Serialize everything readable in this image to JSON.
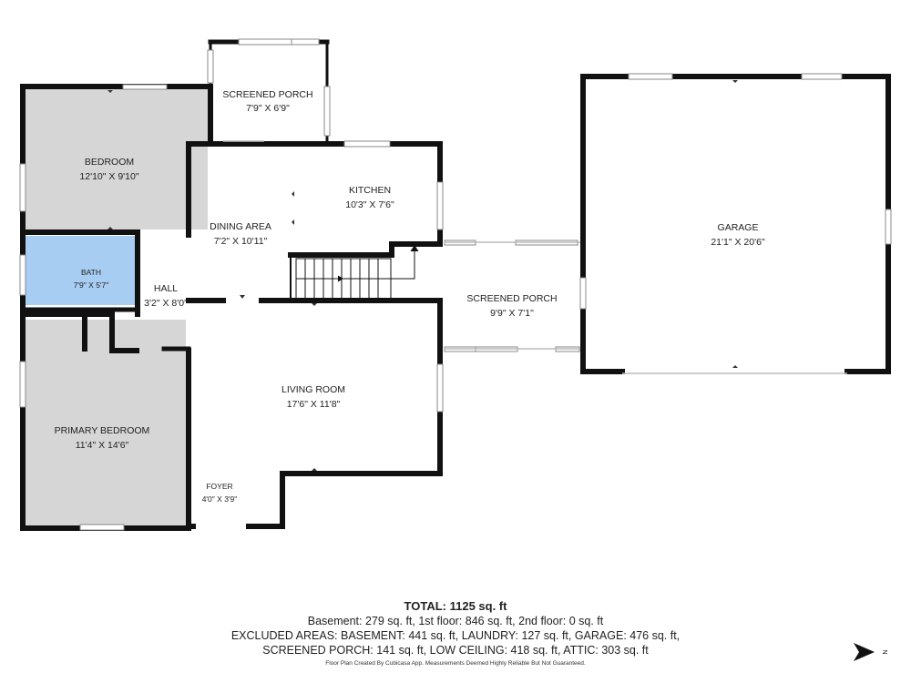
{
  "rooms": {
    "screened_porch_top": {
      "name": "SCREENED PORCH",
      "dims": "7'9\" X 6'9\""
    },
    "bedroom": {
      "name": "BEDROOM",
      "dims": "12'10\" X 9'10\""
    },
    "kitchen": {
      "name": "KITCHEN",
      "dims": "10'3\" X 7'6\""
    },
    "dining_area": {
      "name": "DINING AREA",
      "dims": "7'2\" X 10'11\""
    },
    "bath": {
      "name": "BATH",
      "dims": "7'9\" X 5'7\""
    },
    "hall": {
      "name": "HALL",
      "dims": "3'2\" X 8'0\""
    },
    "screened_porch_mid": {
      "name": "SCREENED PORCH",
      "dims": "9'9\" X 7'1\""
    },
    "garage": {
      "name": "GARAGE",
      "dims": "21'1\" X 20'6\""
    },
    "living_room": {
      "name": "LIVING ROOM",
      "dims": "17'6\" X 11'8\""
    },
    "primary_bedroom": {
      "name": "PRIMARY BEDROOM",
      "dims": "11'4\" X 14'6\""
    },
    "foyer": {
      "name": "FOYER",
      "dims": "4'0\" X 3'9\""
    }
  },
  "colors": {
    "wall": "#111111",
    "bedroom_fill": "#d6d6d6",
    "bath_fill": "#a8cdf2",
    "window": "#9a9a9a"
  },
  "summary": {
    "total": "TOTAL: 1125 sq. ft",
    "line1": "Basement: 279 sq. ft, 1st floor: 846 sq. ft, 2nd floor: 0 sq. ft",
    "line2": "EXCLUDED AREAS: BASEMENT: 441 sq. ft, LAUNDRY: 127 sq. ft, GARAGE: 476 sq. ft,",
    "line3": "SCREENED PORCH: 141 sq. ft, LOW CEILING: 418 sq. ft, ATTIC: 303 sq. ft"
  },
  "credit": "Floor Plan Created By Cubicasa App. Measurements Deemed Highly Reliable But Not Guaranteed.",
  "compass": {
    "letter": "N",
    "icon": "north-arrow-icon"
  }
}
